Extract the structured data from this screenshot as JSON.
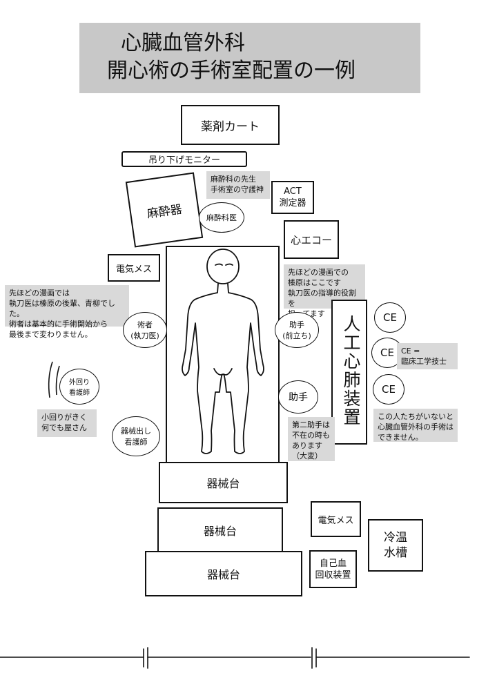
{
  "title": {
    "line1": "心臓血管外科",
    "line2": "開心術の手術室配置の一例"
  },
  "equipment": {
    "drug_cart": "薬剤カート",
    "hanging_monitor": "吊り下げモニター",
    "anesthesia_machine": "麻酔器",
    "act_meter": "ACT\n測定器",
    "echo": "心エコー",
    "electrocautery_left": "電気メス",
    "heart_lung_machine": "人工心肺装置",
    "instrument_table_1": "器械台",
    "instrument_table_2": "器械台",
    "instrument_table_3": "器械台",
    "electrocautery_right": "電気メス",
    "cooler_heater": "冷温\n水槽",
    "cell_saver": "自己血\n回収装置"
  },
  "people": {
    "anesthesiologist": "麻酔科医",
    "surgeon": "術者\n(執刀医)",
    "first_assistant": "助手\n(前立ち)",
    "second_assistant": "助手",
    "circulating_nurse": "外回り\n看護師",
    "scrub_nurse": "器械出し\n看護師",
    "ce_1": "CE",
    "ce_2": "CE",
    "ce_3": "CE"
  },
  "notes": {
    "anesthesia_note": "麻酔科の先生\n手術室の守護神",
    "surgeon_note": "先ほどの漫画では\n執刀医は榛原の後輩、青柳でした。\n術者は基本的に手術開始から\n最後まで変わりません。",
    "first_assistant_note": "先ほどの漫画での\n榛原はここです\n執刀医の指導的役割を\n担ってます",
    "second_assistant_note": "第二助手は\n不在の時も\nあります\n（大変）",
    "circulating_note": "小回りがきく\n何でも屋さん",
    "ce_definition": "CE =\n臨床工学技士",
    "ce_note": "この人たちがいないと\n心臓血管外科の手術は\nできません。"
  }
}
